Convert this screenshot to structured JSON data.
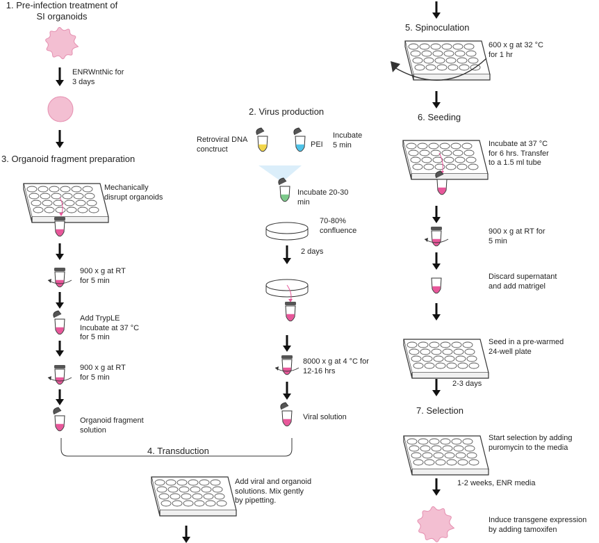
{
  "headings": {
    "step1": "1. Pre-infection treatment of\nSI organoids",
    "step2": "2. Virus production",
    "step3": "3. Organoid fragment preparation",
    "step4": "4. Transduction",
    "step5": "5. Spinoculation",
    "step6": "6. Seeding",
    "step7": "7. Selection"
  },
  "labels": {
    "enr": "ENRWntNic for\n3 days",
    "mech": "Mechanically\ndisrupt organoids",
    "spin1": "900 x g at RT\nfor 5 min",
    "tryple": "Add TrypLE\nIncubate at 37 °C\nfor 5 min",
    "spin2": "900 x g at RT\nfor 5 min",
    "fragsol": "Organoid fragment\nsolution",
    "retro": "Retroviral DNA\nconctruct",
    "pei": "PEI",
    "inc5": "Incubate\n5 min",
    "inc2030": "Incubate 20-30\nmin",
    "conf": "70-80%\nconfluence",
    "days2": "2 days",
    "spin8000": "8000 x g at 4 °C for\n12-16 hrs",
    "viral": "Viral solution",
    "mix": "Add viral and organoid\nsolutions. Mix gently\nby pipetting.",
    "spin600": "600 x g at 32 °C\nfor 1 hr",
    "inc37": "Incubate at 37 °C\nfor 6 hrs. Transfer\nto a 1.5 ml tube",
    "spin900b": "900 x g at RT for\n5 min",
    "discard": "Discard supernatant\nand add matrigel",
    "seed": "Seed in a pre-warmed\n24-well plate",
    "days23": "2-3 days",
    "puro": "Start selection by adding\npuromycin to the media",
    "weeks": "1-2 weeks, ENR media",
    "tamox": "Induce transgene expression\nby adding tamoxifen"
  },
  "colors": {
    "text": "#222222",
    "arrow": "#111111",
    "organoid_fill": "#f3bfd2",
    "organoid_stroke": "#e58fb0",
    "pink_liquid": "#e8579a",
    "cyan_liquid": "#4fc3e8",
    "yellow_liquid": "#f2d64b",
    "green_liquid": "#7cc98a"
  }
}
